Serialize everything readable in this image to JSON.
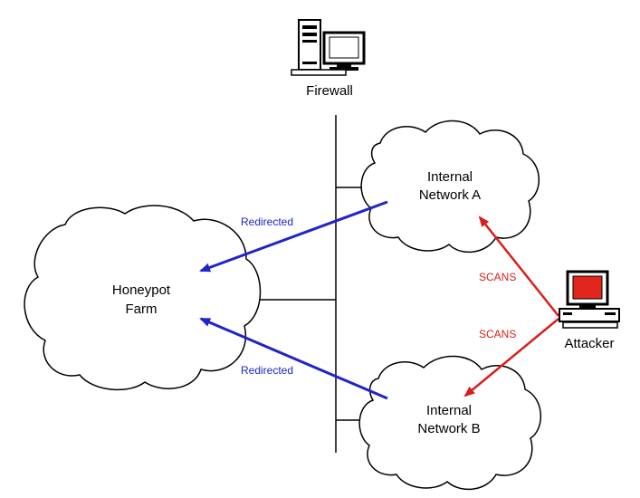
{
  "diagram": {
    "firewall": {
      "label": "Firewall",
      "icon": "desktop-computer-icon"
    },
    "honeypot": {
      "label_line1": "Honeypot",
      "label_line2": "Farm"
    },
    "network_a": {
      "label_line1": "Internal",
      "label_line2": "Network A"
    },
    "network_b": {
      "label_line1": "Internal",
      "label_line2": "Network B"
    },
    "attacker": {
      "label": "Attacker",
      "icon": "desktop-computer-icon"
    },
    "edges": {
      "redirected_a": "Redirected",
      "redirected_b": "Redirected",
      "scans_a": "SCANS",
      "scans_b": "SCANS"
    },
    "colors": {
      "redirect": "#1f24c8",
      "scan": "#d81f1a",
      "attacker_screen": "#e3261c",
      "line": "#000000"
    }
  }
}
